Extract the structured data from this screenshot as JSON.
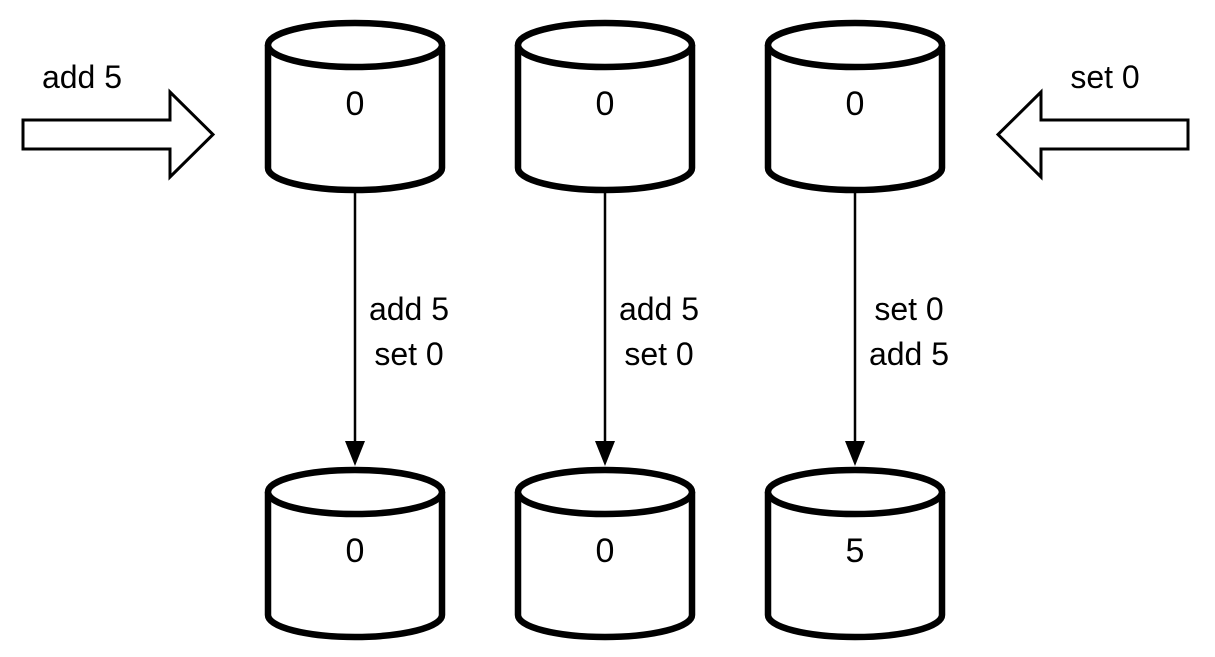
{
  "diagram": {
    "background_color": "#ffffff",
    "stroke_color": "#000000",
    "left_annotation": {
      "label": "add 5",
      "arrow_direction": "right"
    },
    "right_annotation": {
      "label": "set 0",
      "arrow_direction": "left"
    },
    "columns": [
      {
        "top_value": "0",
        "edge_label_line1": "add 5",
        "edge_label_line2": "set 0",
        "bottom_value": "0"
      },
      {
        "top_value": "0",
        "edge_label_line1": "add 5",
        "edge_label_line2": "set 0",
        "bottom_value": "0"
      },
      {
        "top_value": "0",
        "edge_label_line1": "set 0",
        "edge_label_line2": "add 5",
        "bottom_value": "5"
      }
    ]
  }
}
